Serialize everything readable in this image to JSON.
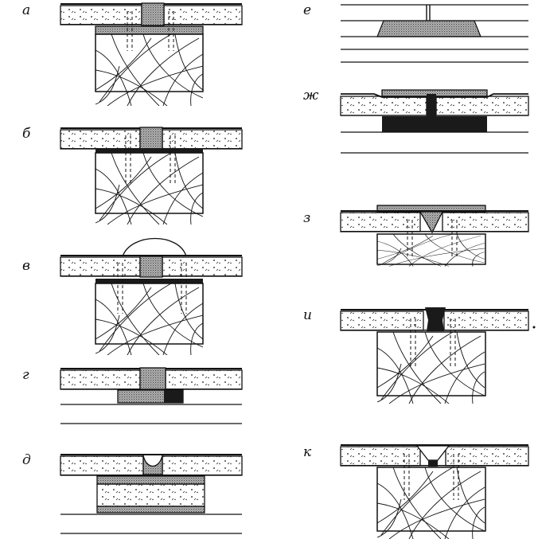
{
  "labels": {
    "a": "а",
    "b": "б",
    "v": "в",
    "g": "г",
    "d": "д",
    "e": "е",
    "zh": "ж",
    "z": "з",
    "i": "и",
    "k": "к"
  },
  "colors": {
    "ink": "#111111",
    "paper": "#ffffff",
    "sealant_dark": "#1a1a1a",
    "sealant_grey": "#8c8c8c"
  }
}
